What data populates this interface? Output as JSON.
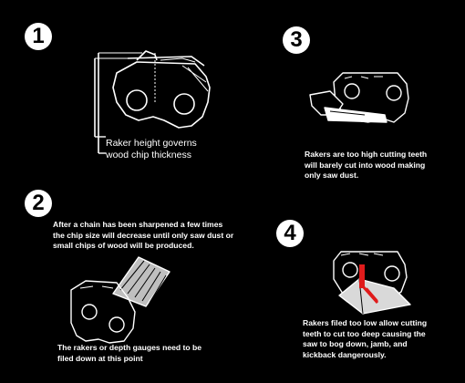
{
  "steps": [
    {
      "number": "1",
      "caption": "Raker height governs\nwood chip thickness"
    },
    {
      "number": "2",
      "caption": "After a chain has been sharpened a few times\nthe chip size will decrease until only saw dust or\nsmall chips of wood will be produced.",
      "caption_bottom": "The rakers or depth gauges need to be\nfiled down at this point"
    },
    {
      "number": "3",
      "caption": "Rakers are too high cutting teeth\nwill barely cut into wood making\nonly saw dust."
    },
    {
      "number": "4",
      "caption": "Rakers filed too low allow cutting\nteeth to cut too deep causing the\nsaw to bog down, jamb, and\nkickback dangerously."
    }
  ],
  "colors": {
    "background": "#000000",
    "line": "#ffffff",
    "fill_chain": "#d9d9d9",
    "accent": "#e01b1b"
  }
}
